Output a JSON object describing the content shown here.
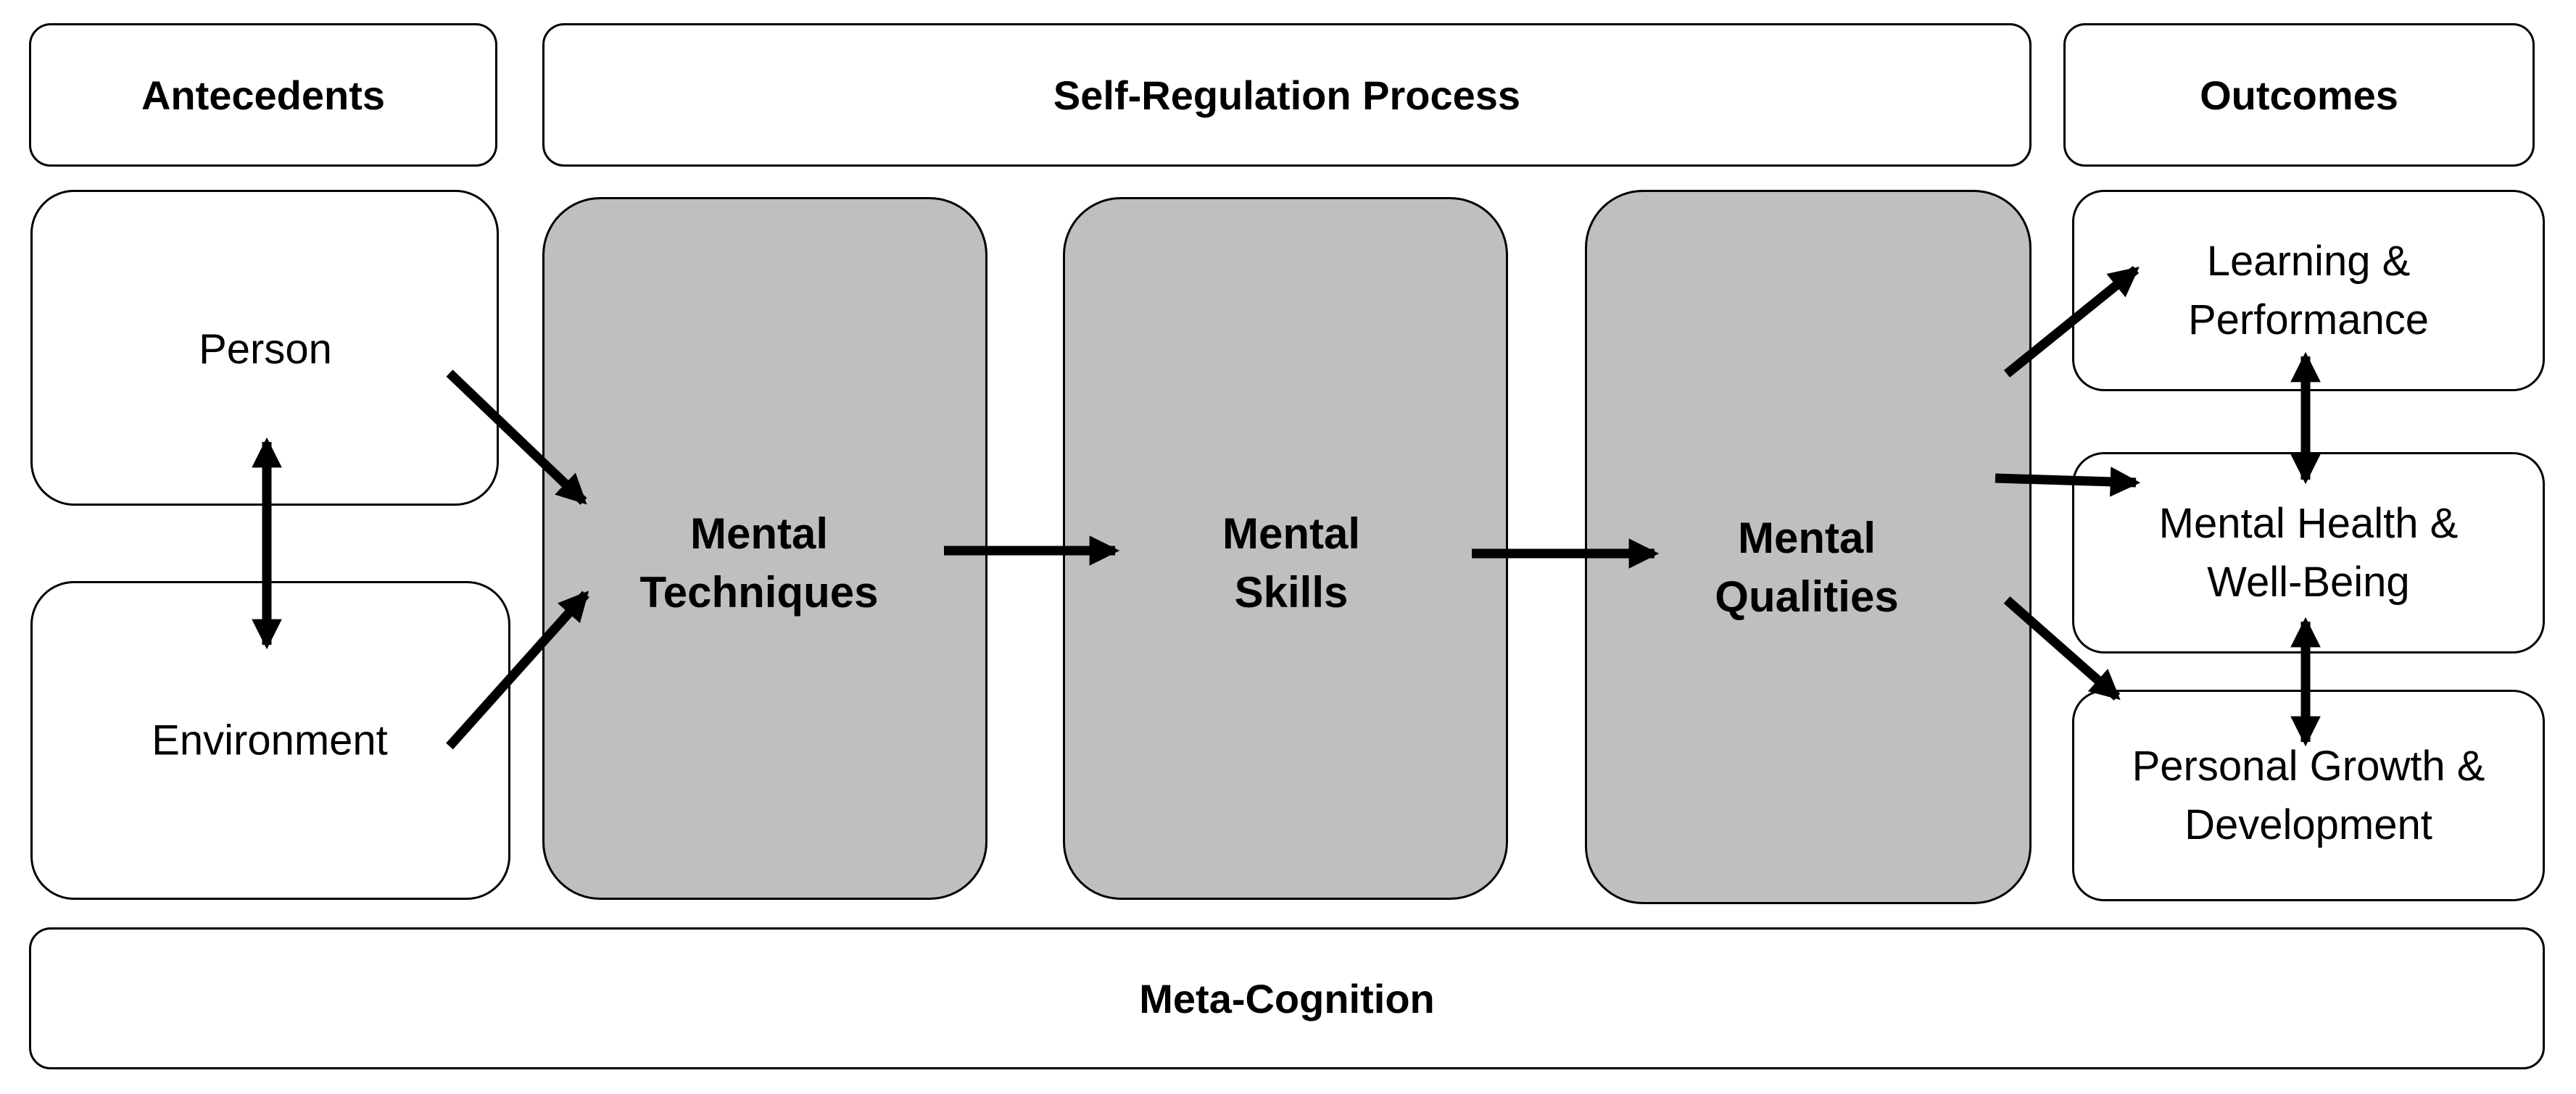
{
  "headers": {
    "antecedents": "Antecedents",
    "process": "Self-Regulation Process",
    "outcomes": "Outcomes"
  },
  "antecedents": {
    "person": "Person",
    "environment": "Environment"
  },
  "process": {
    "techniques": [
      "Mental",
      "Techniques"
    ],
    "skills": [
      "Mental",
      "Skills"
    ],
    "qualities": [
      "Mental",
      "Qualities"
    ]
  },
  "outcomes": {
    "learning": [
      "Learning &",
      "Performance"
    ],
    "health": [
      "Mental Health &",
      "Well-Being"
    ],
    "growth": [
      "Personal Growth &",
      "Development"
    ]
  },
  "footer": {
    "meta": "Meta-Cognition"
  }
}
